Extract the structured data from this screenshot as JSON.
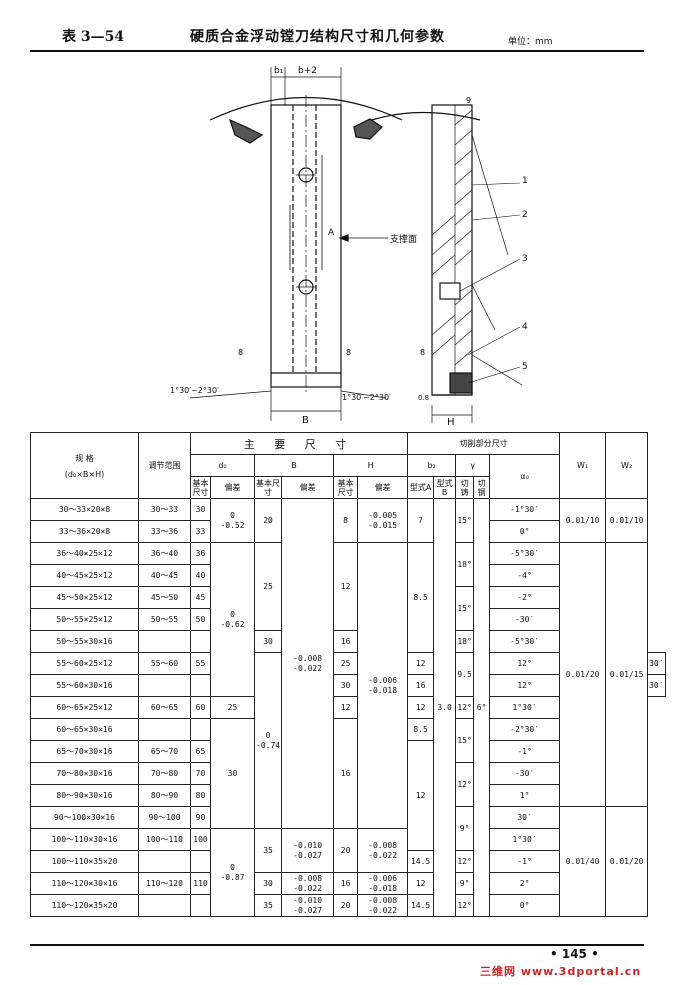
{
  "header": {
    "table_number": "表 3—54",
    "title": "硬质合金浮动镗刀结构尺寸和几何参数",
    "unit": "单位：mm"
  },
  "drawing": {
    "labels": {
      "b1": "b₁",
      "b2": "b+2",
      "support": "支撑面",
      "a_mark": "A",
      "left_angle": "1°30′~2°30′",
      "right_angle": "1°30′~2°30′",
      "dim_B": "B",
      "dim_H": "H",
      "c08": "0.8",
      "g8a": "8",
      "g8b": "8",
      "g9": "9",
      "g8c": "8",
      "parts": [
        "1",
        "2",
        "3",
        "4",
        "5"
      ]
    }
  },
  "table": {
    "head": {
      "spec": "规  格",
      "spec_sub": "(d₀×B×H)",
      "range": "调节范围",
      "main_dims": "主  要  尺  寸",
      "cut_dims": "切削部分尺寸",
      "d0": "d₀",
      "B": "B",
      "H": "H",
      "b2": "b₂",
      "gamma": "γ",
      "alpha": "α₀",
      "W1": "W₁",
      "W2": "W₂",
      "basic": "基本尺寸",
      "dev": "偏差",
      "type_A": "型式A",
      "type_B": "型式B",
      "cut_cast": "切铸",
      "cut_steel": "切钢"
    },
    "rows": [
      {
        "spec": "30～33×20×8",
        "range": "30～33",
        "d0": "30",
        "alpha": "-1°30′"
      },
      {
        "spec": "33～36×20×8",
        "range": "33～36",
        "d0": "33",
        "alpha": "0°"
      },
      {
        "spec": "36～40×25×12",
        "range": "36～40",
        "d0": "36",
        "alpha": "-5°30′"
      },
      {
        "spec": "40～45×25×12",
        "range": "40～45",
        "d0": "40",
        "alpha": "-4°"
      },
      {
        "spec": "45～50×25×12",
        "range": "45～50",
        "d0": "45",
        "alpha": "-2°"
      },
      {
        "spec": "50～55×25×12",
        "range": "50～55",
        "d0": "50",
        "alpha": "-30′"
      },
      {
        "spec": "50～55×30×16",
        "range": "",
        "d0": "",
        "alpha": "-5°30′"
      },
      {
        "spec": "55～60×25×12",
        "range": "55～60",
        "d0": "55",
        "alpha": "30′"
      },
      {
        "spec": "55～60×30×16",
        "range": "",
        "d0": "",
        "alpha": "30′"
      },
      {
        "spec": "60～65×25×12",
        "range": "60～65",
        "d0": "60",
        "alpha": "1°30′"
      },
      {
        "spec": "60～65×30×16",
        "range": "",
        "d0": "",
        "alpha": "-2°30′"
      },
      {
        "spec": "65～70×30×16",
        "range": "65～70",
        "d0": "65",
        "alpha": "-1°"
      },
      {
        "spec": "70～80×30×16",
        "range": "70～80",
        "d0": "70",
        "alpha": "-30′"
      },
      {
        "spec": "80～90×30×16",
        "range": "80～90",
        "d0": "80",
        "alpha": "1°"
      },
      {
        "spec": "90～100×30×16",
        "range": "90～100",
        "d0": "90",
        "alpha": "30′"
      },
      {
        "spec": "100～110×30×16",
        "range": "100～110",
        "d0": "100",
        "alpha": "1°30′"
      },
      {
        "spec": "100～110×35×20",
        "range": "",
        "d0": "",
        "alpha": "-1°"
      },
      {
        "spec": "110～120×30×16",
        "range": "110～120",
        "d0": "110",
        "alpha": "2°"
      },
      {
        "spec": "110～120×35×20",
        "range": "",
        "d0": "",
        "alpha": "0°"
      }
    ],
    "d0_dev": [
      "0\n-0.52",
      "0\n-0.62",
      "0\n-0.74",
      "0\n-0.87"
    ],
    "B": {
      "basic": [
        "20",
        "25",
        "30",
        "25",
        "30",
        "25",
        "30",
        "35",
        "30",
        "35"
      ],
      "dev": [
        "-0.008\n-0.022",
        "-0.010\n-0.027",
        "-0.008\n-0.022",
        "-0.010\n-0.027"
      ]
    },
    "H": {
      "basic": [
        "8",
        "12",
        "16",
        "12",
        "16",
        "12",
        "16",
        "20",
        "16",
        "20"
      ],
      "dev": [
        "-0.005\n-0.015",
        "-0.006\n-0.018",
        "-0.008\n-0.022",
        "-0.006\n-0.018",
        "-0.008\n-0.022"
      ]
    },
    "b2": [
      "7",
      "8.5",
      "9.5",
      "12",
      "8.5",
      "12",
      "14.5",
      "12",
      "14.5"
    ],
    "type_B": "3.0",
    "gamma_cast": [
      "15°",
      "18°",
      "15°",
      "18°",
      "12°",
      "12°",
      "12°",
      "15°",
      "12°",
      "9°",
      "12°",
      "9°",
      "12°"
    ],
    "gamma_steel": "6°",
    "W1": [
      "0.01/10",
      "0.01/20",
      "0.01/40"
    ],
    "W2": [
      "0.01/10",
      "0.01/15",
      "0.01/20"
    ]
  },
  "footer": {
    "page": "• 145 •",
    "watermark": "三维网 www.3dportal.cn"
  }
}
